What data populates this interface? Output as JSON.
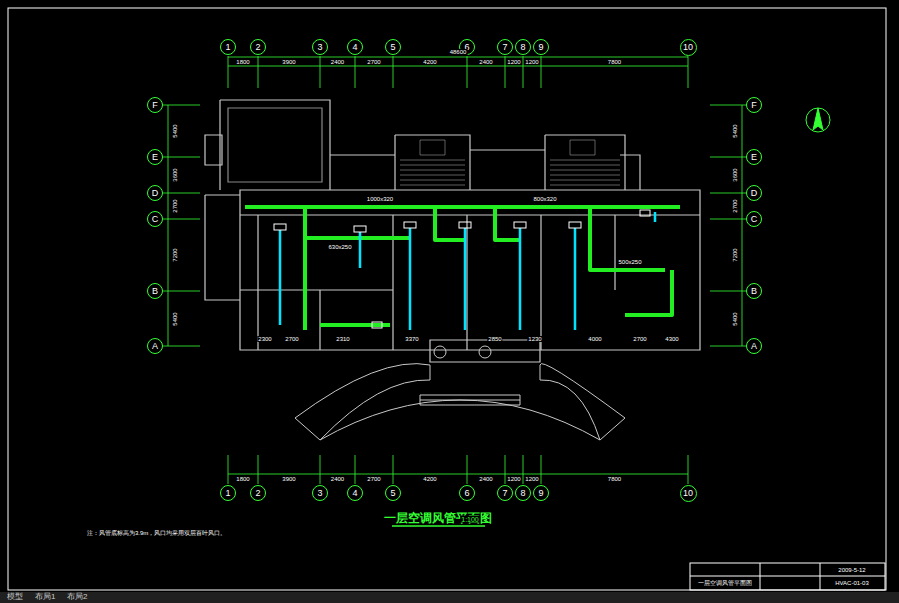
{
  "diagram": {
    "title": "一层空调风管平面图",
    "nodes": [
      {
        "text": [
          "1"
        ]
      },
      {
        "text": [
          "2"
        ]
      },
      {
        "text": [
          "3"
        ]
      },
      {
        "text": [
          "4"
        ]
      },
      {
        "text": [
          "5"
        ]
      },
      {
        "text": [
          "6"
        ]
      },
      {
        "text": [
          "7"
        ]
      },
      {
        "text": [
          "8"
        ]
      },
      {
        "text": [
          "9"
        ]
      },
      {
        "text": [
          "10"
        ]
      },
      {
        "text": [
          "1"
        ]
      },
      {
        "text": [
          "2"
        ]
      },
      {
        "text": [
          "3"
        ]
      },
      {
        "text": [
          "4"
        ]
      },
      {
        "text": [
          "5"
        ]
      },
      {
        "text": [
          "6"
        ]
      },
      {
        "text": [
          "7"
        ]
      },
      {
        "text": [
          "8"
        ]
      },
      {
        "text": [
          "9"
        ]
      },
      {
        "text": [
          "10"
        ]
      },
      {
        "text": [
          "F"
        ]
      },
      {
        "text": [
          "E"
        ]
      },
      {
        "text": [
          "D"
        ]
      },
      {
        "text": [
          "C"
        ]
      },
      {
        "text": [
          "B"
        ]
      },
      {
        "text": [
          "A"
        ]
      },
      {
        "text": [
          "F"
        ]
      },
      {
        "text": [
          "E"
        ]
      },
      {
        "text": [
          "D"
        ]
      },
      {
        "text": [
          "C"
        ]
      },
      {
        "text": [
          "B"
        ]
      },
      {
        "text": [
          "A"
        ]
      }
    ],
    "labels": [
      "1:100",
      "1800",
      "3900",
      "2400",
      "2700",
      "4200",
      "2400",
      "1200",
      "1200",
      "7800",
      "48600",
      "1800",
      "3900",
      "2400",
      "2700",
      "4200",
      "2400",
      "1200",
      "1200",
      "7800",
      "2300",
      "2700",
      "2310",
      "3370",
      "2850",
      "1230",
      "4000",
      "2700",
      "4300",
      "5400",
      "3600",
      "2700",
      "7200",
      "5400",
      "5400",
      "3600",
      "2700",
      "7200",
      "5400",
      "注：风管底标高为3.9m，风口均采用双层百叶风口。",
      "一层空调风管平面图",
      "2009-5-12",
      "HVAC-01-03",
      "模型",
      "布局1",
      "布局2",
      "1000x320",
      "800x320",
      "630x250",
      "500x250"
    ]
  }
}
